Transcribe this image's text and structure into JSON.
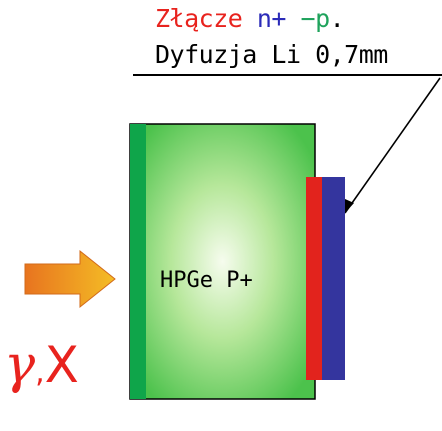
{
  "junction_label": {
    "word": "Złącze",
    "n_part": "n+",
    "dash": "−",
    "p_part": "p",
    "period": ".",
    "colors": {
      "word": "#e8231e",
      "n_part": "#2b2bb8",
      "p_part": "#1fa35c"
    }
  },
  "diffusion_label": "Dyfuzja Li 0,7mm",
  "crystal_label": "HPGe P+",
  "radiation_label": {
    "gamma": "γ",
    "separator": ",",
    "x": "X",
    "color": "#e8231e"
  },
  "colors": {
    "crystal_fill_center": "#f4fbe9",
    "crystal_fill_edge": "#4cc24c",
    "front_contact": "#0fa54a",
    "n_layer": "#e2231d",
    "p_contact": "#34359e",
    "arrow_start": "#e8741f",
    "arrow_end": "#f4b623"
  }
}
